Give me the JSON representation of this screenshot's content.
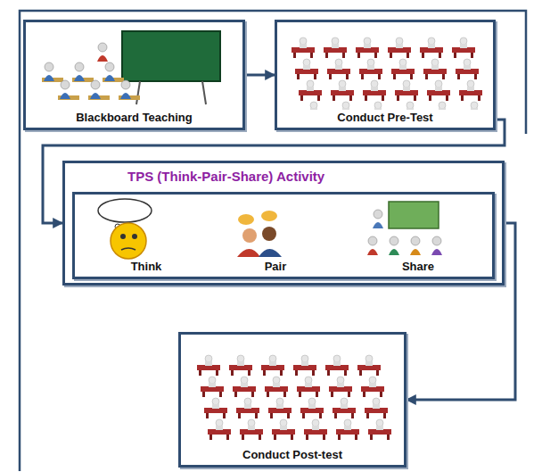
{
  "diagram": {
    "nodes": [
      {
        "text": [
          "Blackboard Teaching"
        ]
      },
      {
        "text": [
          "Conduct Pre-Test"
        ]
      },
      {
        "text": [
          "TPS (Think-Pair-Share) Activity"
        ]
      },
      {
        "text": [
          "Think",
          "Pair",
          "Share"
        ],
        "in": 2
      },
      {
        "text": [
          "Conduct Post-test"
        ]
      }
    ],
    "edges": [
      {
        "from": 0,
        "to": 1,
        "arrow": "to"
      },
      {
        "from": 1,
        "to": 2,
        "arrow": "to"
      },
      {
        "from": 2,
        "to": 4,
        "arrow": "to"
      }
    ]
  }
}
